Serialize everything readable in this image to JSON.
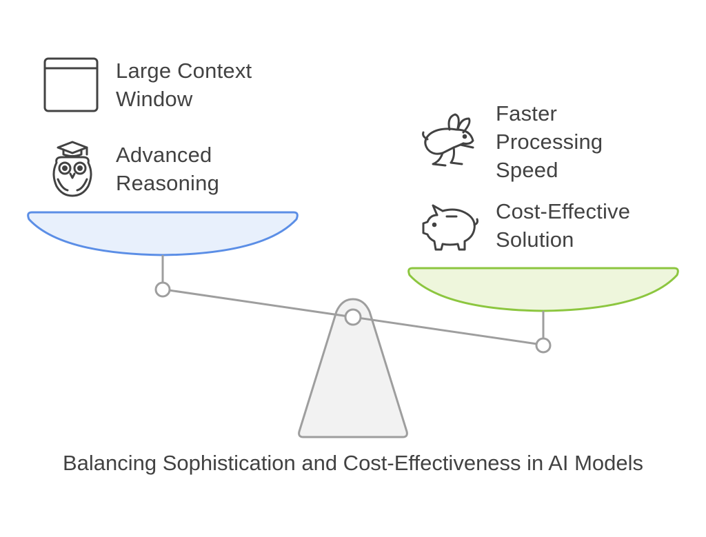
{
  "diagram": {
    "caption": "Balancing Sophistication and Cost-Effectiveness in AI Models",
    "left_pan": {
      "color": "#5b8ee6",
      "fill": "#e8f0fc",
      "items": [
        {
          "icon": "window-icon",
          "lines": [
            "Large Context",
            "Window"
          ]
        },
        {
          "icon": "owl-graduate-icon",
          "lines": [
            "Advanced",
            "Reasoning"
          ]
        }
      ]
    },
    "right_pan": {
      "color": "#8cc63f",
      "fill": "#eef6dc",
      "items": [
        {
          "icon": "rabbit-icon",
          "lines": [
            "Faster",
            "Processing",
            "Speed"
          ]
        },
        {
          "icon": "piggy-bank-icon",
          "lines": [
            "Cost-Effective",
            "Solution"
          ]
        }
      ]
    },
    "beam_color": "#9e9e9e",
    "fulcrum_fill": "#f2f2f2"
  }
}
